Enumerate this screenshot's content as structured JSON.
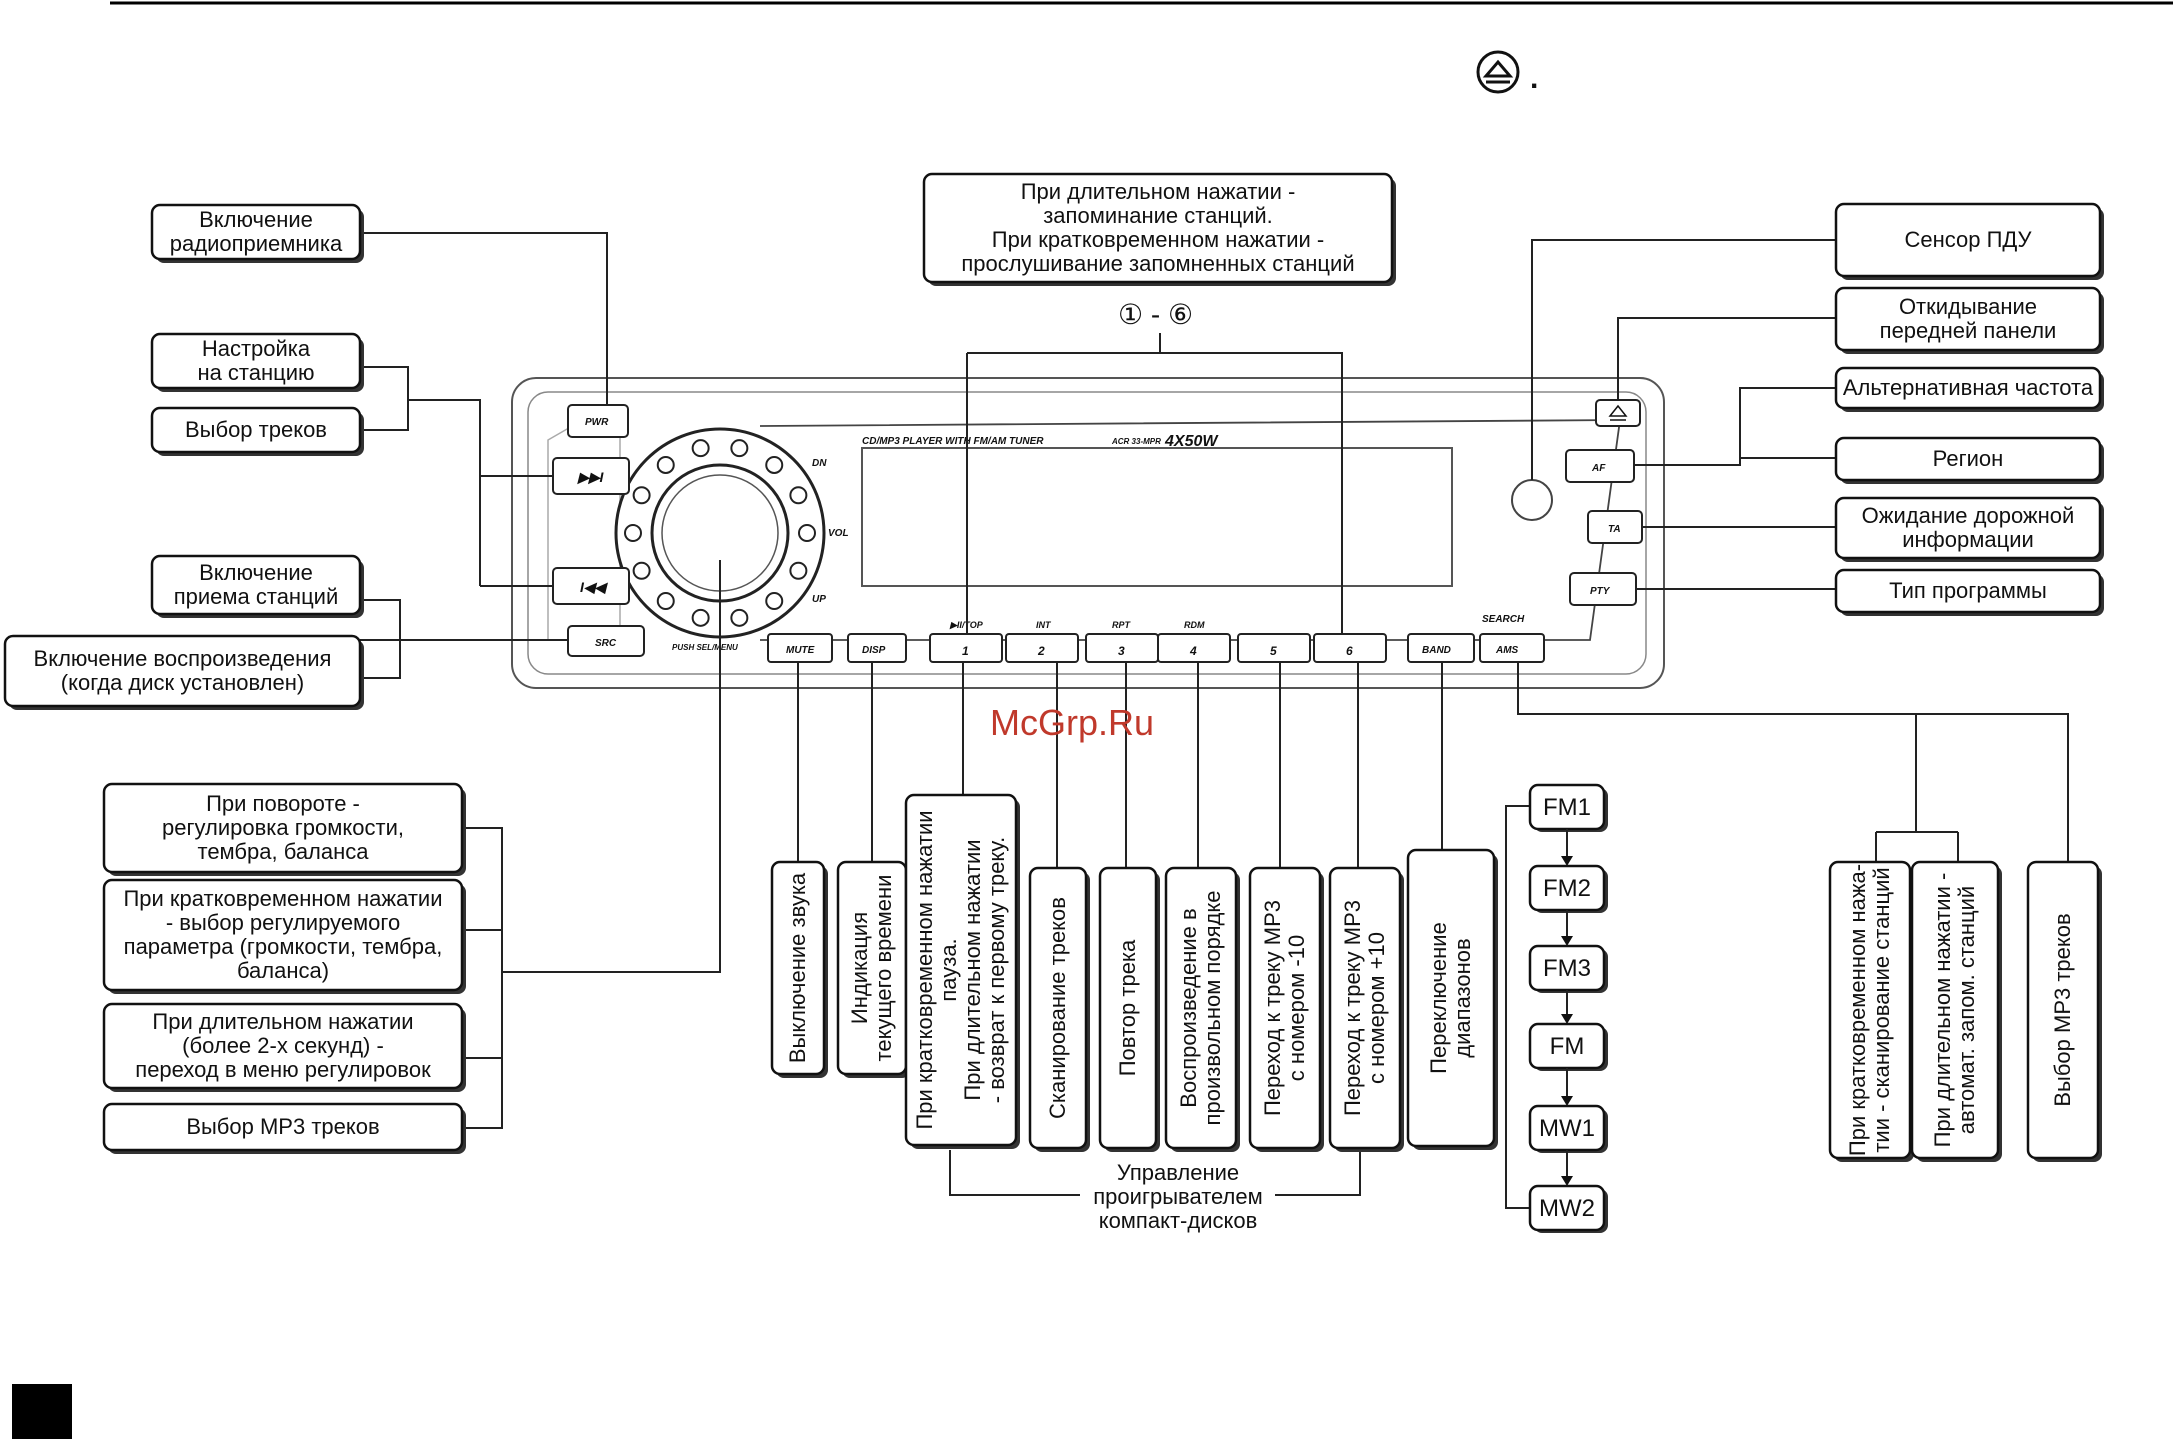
{
  "watermark": "McGrp.Ru",
  "header_symbol": ".",
  "panel": {
    "model_text": "CD/MP3 PLAYER WITH FM/AM TUNER",
    "model_code": "ACR 33-MPR",
    "power_text": "4X50W",
    "knob_labels": {
      "dn": "DN",
      "vol": "VOL",
      "up": "UP",
      "push": "PUSH SEL/MENU"
    },
    "buttons": {
      "pwr": "PWR",
      "src": "SRC",
      "mute": "MUTE",
      "disp": "DISP",
      "b1": "1",
      "b2": "2",
      "b3": "3",
      "b4": "4",
      "b5": "5",
      "b6": "6",
      "band": "BAND",
      "ams": "AMS",
      "af": "AF",
      "ta": "TA",
      "pty": "PTY"
    },
    "above_buttons": {
      "b1": "▶II/TOP",
      "b2": "INT",
      "b3": "RPT",
      "b4": "RDM",
      "ams": "SEARCH"
    }
  },
  "preset_range": "① - ⑥",
  "labels": {
    "radio_on": [
      "Включение",
      "радиоприемника"
    ],
    "tune": [
      "Настройка",
      "на станцию"
    ],
    "track_select": [
      "Выбор треков"
    ],
    "station_rx": [
      "Включение",
      "приема станций"
    ],
    "play_on": [
      "Включение воспроизведения",
      "(когда диск установлен)"
    ],
    "presets": [
      "При длительном нажатии -",
      "запоминание станций.",
      "При кратковременном  нажатии -",
      "прослушивание запомненных станций"
    ],
    "remote_sensor": [
      "Сенсор ПДУ"
    ],
    "panel_release": [
      "Откидывание",
      "передней панели"
    ],
    "alt_freq": [
      "Альтернативная частота"
    ],
    "region": [
      "Регион"
    ],
    "traffic": [
      "Ожидание дорожной",
      "информации"
    ],
    "program_type": [
      "Тип программы"
    ],
    "rotate": [
      "При повороте -",
      "регулировка громкости,",
      "тембра, баланса"
    ],
    "short_press": [
      "При кратковременном нажатии",
      "- выбор регулируемого",
      "параметра (громкости, тембра,",
      "баланса)"
    ],
    "long_press": [
      "При длительном нажатии",
      "(более 2-х секунд) -",
      "переход в меню регулировок"
    ],
    "mp3_select_left": [
      "Выбор МР3 треков"
    ],
    "mute_v": [
      "Выключение звука"
    ],
    "time_v": [
      "Индикация",
      "текущего времени"
    ],
    "pause_v": [
      "При кратковременном нажатии",
      "пауза.",
      "При длительном нажатии",
      "- возврат к первому треку."
    ],
    "scan_v": [
      "Сканирование треков"
    ],
    "repeat_v": [
      "Повтор трека"
    ],
    "random_v": [
      "Воспроизведение в",
      "произвольном порядке"
    ],
    "minus10_v": [
      "Переход к треку МР3",
      "с номером -10"
    ],
    "plus10_v": [
      "Переход к треку МР3",
      "с номером +10"
    ],
    "band_v": [
      "Переключение",
      "диапазонов"
    ],
    "scan_stations_v": [
      "При кратковременном нажа-",
      "тии - сканирование станций"
    ],
    "auto_store_v": [
      "При длительном нажатии -",
      "автомат. запом. станций"
    ],
    "mp3_select_right_v": [
      "Выбор МР3 треков"
    ],
    "cd_control": [
      "Управление",
      "проигрывателем",
      "компакт-дисков"
    ]
  },
  "bands": [
    "FM1",
    "FM2",
    "FM3",
    "FM",
    "MW1",
    "MW2"
  ]
}
